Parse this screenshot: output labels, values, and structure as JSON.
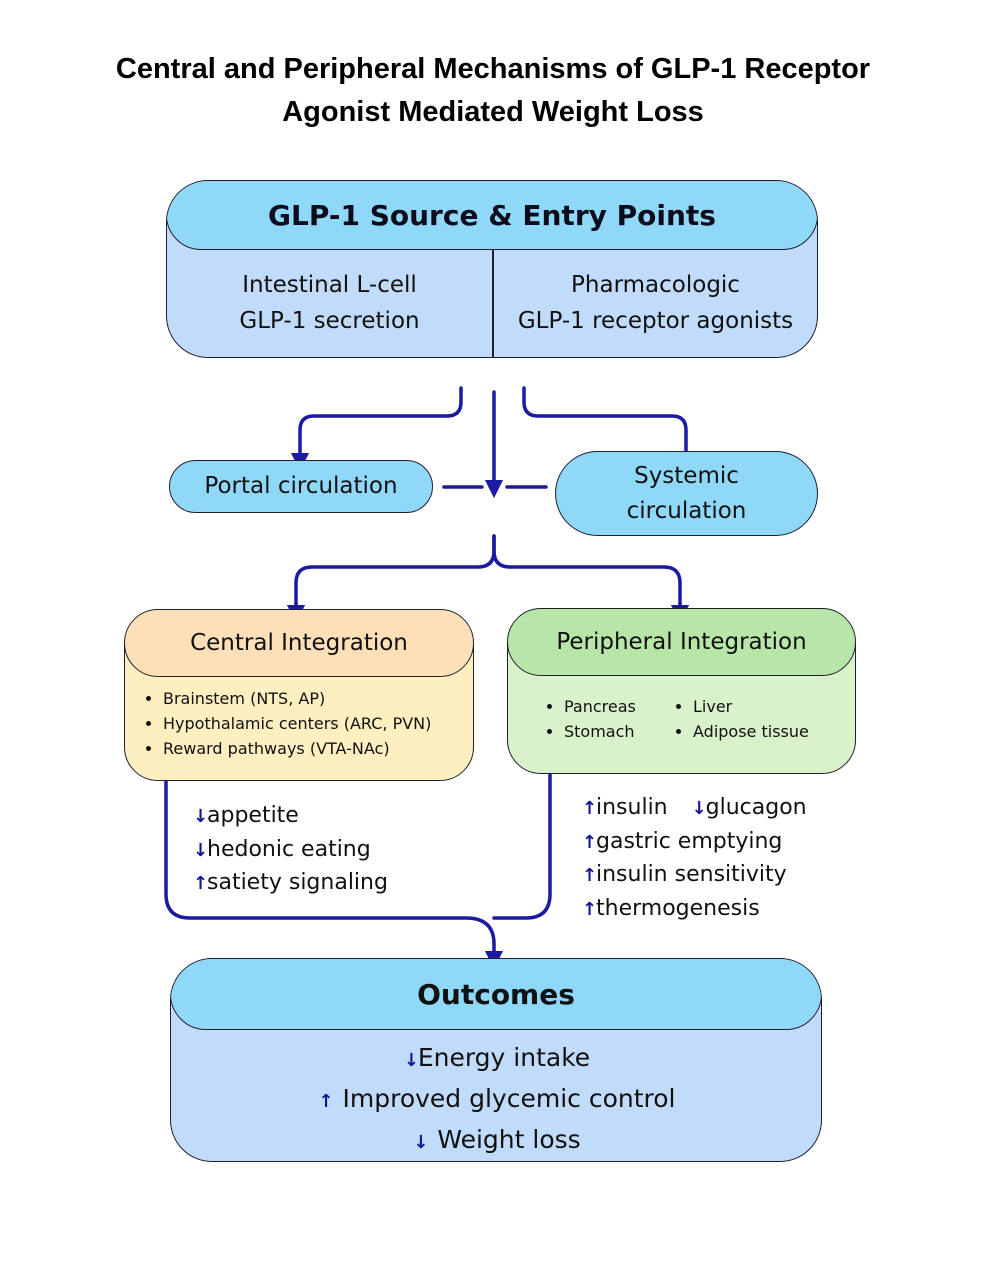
{
  "title": {
    "line1": "Central and Peripheral Mechanisms of GLP-1 Receptor",
    "line2": "Agonist Mediated Weight Loss"
  },
  "source": {
    "heading": "GLP-1 Source & Entry Points",
    "left_line1": "Intestinal L-cell",
    "left_line2": "GLP-1 secretion",
    "right_line1": "Pharmacologic",
    "right_line2": "GLP-1 receptor agonists"
  },
  "circulation": {
    "portal": "Portal circulation",
    "systemic_line1": "Systemic",
    "systemic_line2": "circulation"
  },
  "central": {
    "heading": "Central Integration",
    "items": [
      "Brainstem (NTS, AP)",
      "Hypothalamic centers (ARC, PVN)",
      "Reward pathways (VTA-NAc)"
    ],
    "effects": [
      {
        "arrow": "↓",
        "text": "appetite"
      },
      {
        "arrow": "↓",
        "text": "hedonic eating"
      },
      {
        "arrow": "↑",
        "text": "satiety signaling"
      }
    ]
  },
  "peripheral": {
    "heading": "Peripheral Integration",
    "items_col1": [
      "Pancreas",
      "Stomach"
    ],
    "items_col2": [
      "Liver",
      "Adipose tissue"
    ],
    "effects": [
      {
        "arrow": "↑",
        "text": "insulin",
        "arrow2": "↓",
        "text2": "glucagon"
      },
      {
        "arrow": "↑",
        "text": "gastric emptying"
      },
      {
        "arrow": "↑",
        "text": "insulin sensitivity"
      },
      {
        "arrow": "↑",
        "text": "thermogenesis"
      }
    ]
  },
  "outcomes": {
    "heading": "Outcomes",
    "items": [
      {
        "arrow": "↓",
        "text": "Energy intake"
      },
      {
        "arrow": "↑",
        "text": "Improved glycemic control"
      },
      {
        "arrow": "↓",
        "text": "Weight loss"
      }
    ]
  },
  "colors": {
    "header_fill": "#8fd8f8",
    "body_fill": "#c1dbfb",
    "central_head": "#fde0b8",
    "central_body": "#fdefc0",
    "peripheral_head": "#b8e6a8",
    "peripheral_body": "#d9f2cc",
    "connector": "#1c1aa0"
  }
}
